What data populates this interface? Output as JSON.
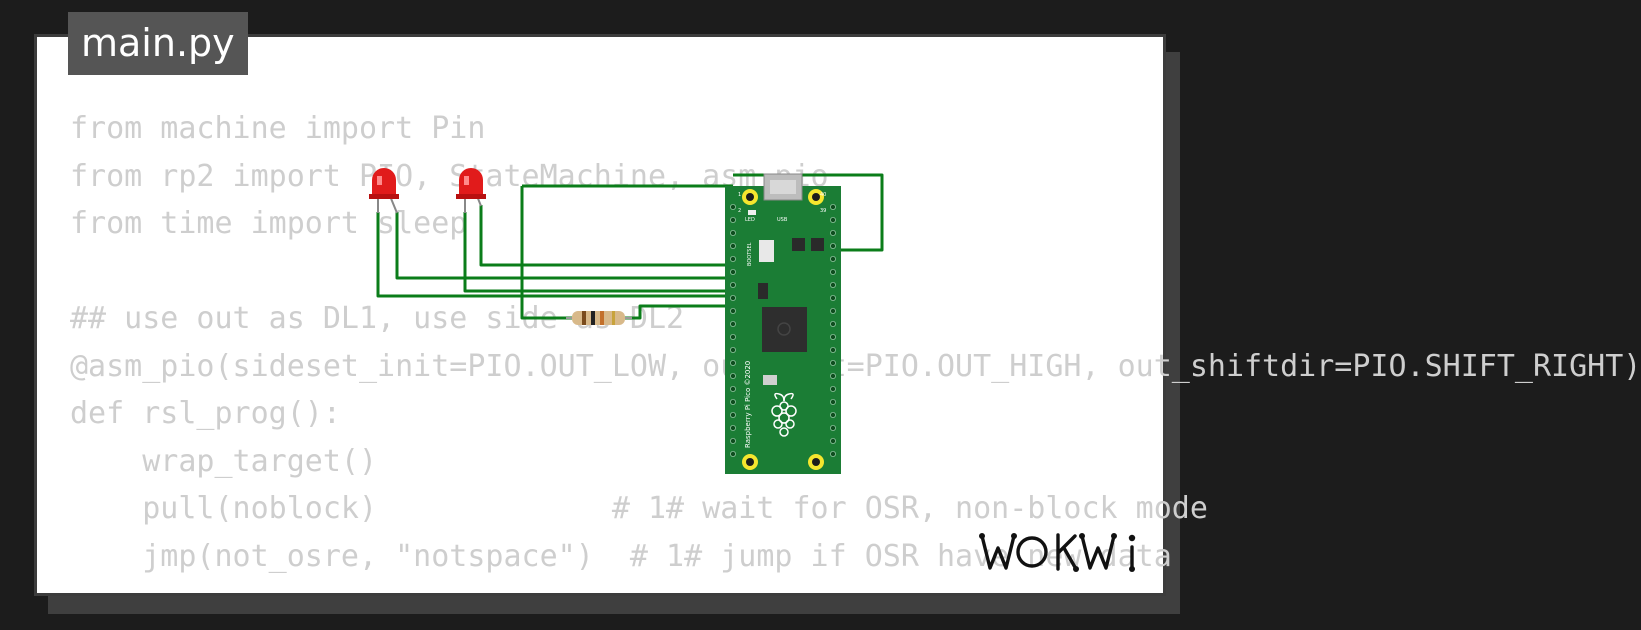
{
  "file": {
    "name": "main.py"
  },
  "code_lines": [
    "from machine import Pin",
    "from rp2 import PIO, StateMachine, asm_pio",
    "from time import sleep",
    "",
    "## use out as DL1, use side as DL2",
    "@asm_pio(sideset_init=PIO.OUT_LOW, out_init=PIO.OUT_HIGH, out_shiftdir=PIO.SHIFT_RIGHT)",
    "def rsl_prog():",
    "    wrap_target()",
    "    pull(noblock)             # 1# wait for OSR, non-block mode",
    "    jmp(not_osre, \"notspace\")  # 1# jump if OSR have new data"
  ],
  "board": {
    "name": "Raspberry Pi Pico",
    "year_mark": "Raspberry Pi Pico ©2020",
    "led_label": "LED",
    "usb_label": "USB",
    "bootsel_label": "BOOTSEL",
    "pin_1": "1",
    "pin_2": "2",
    "pin_39": "39",
    "pin_40": "40"
  },
  "components": [
    {
      "type": "led",
      "color": "red"
    },
    {
      "type": "led",
      "color": "red"
    },
    {
      "type": "resistor"
    }
  ],
  "colors": {
    "wire": "#0b7d1a",
    "board": "#1b7d35",
    "led": "#e11b1b",
    "code_text": "#cecece",
    "tab_bg": "#555555"
  },
  "brand": {
    "logo": "WOKWi"
  }
}
